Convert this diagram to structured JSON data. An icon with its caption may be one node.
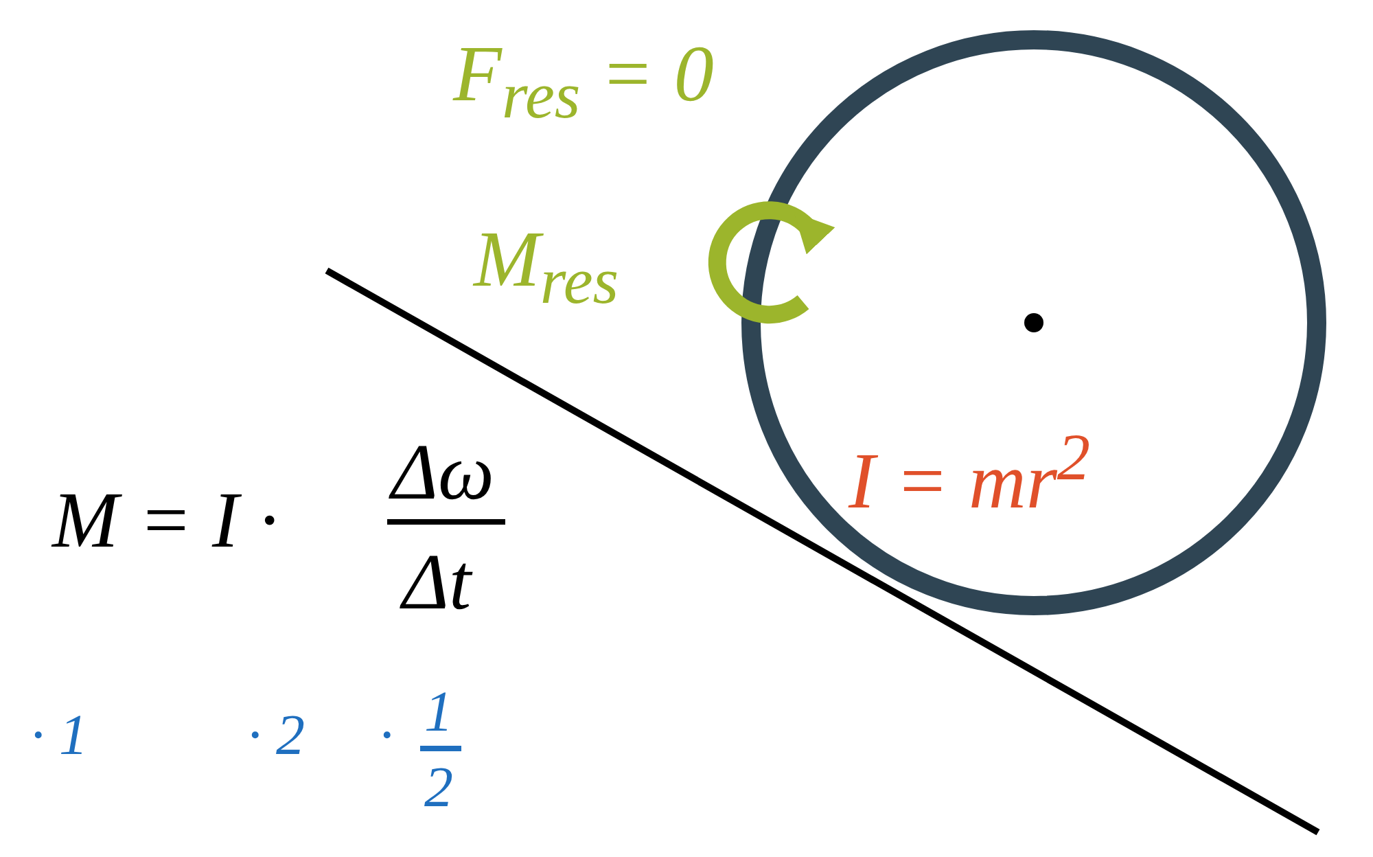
{
  "diagram": {
    "labels": [
      "F$_{res}$ = 0",
      "M$_{res}$",
      "I = mr$^{2}$",
      "M = I ·",
      "Δω",
      "Δt",
      "· 1",
      "· 2",
      "·",
      "1",
      "2"
    ]
  }
}
